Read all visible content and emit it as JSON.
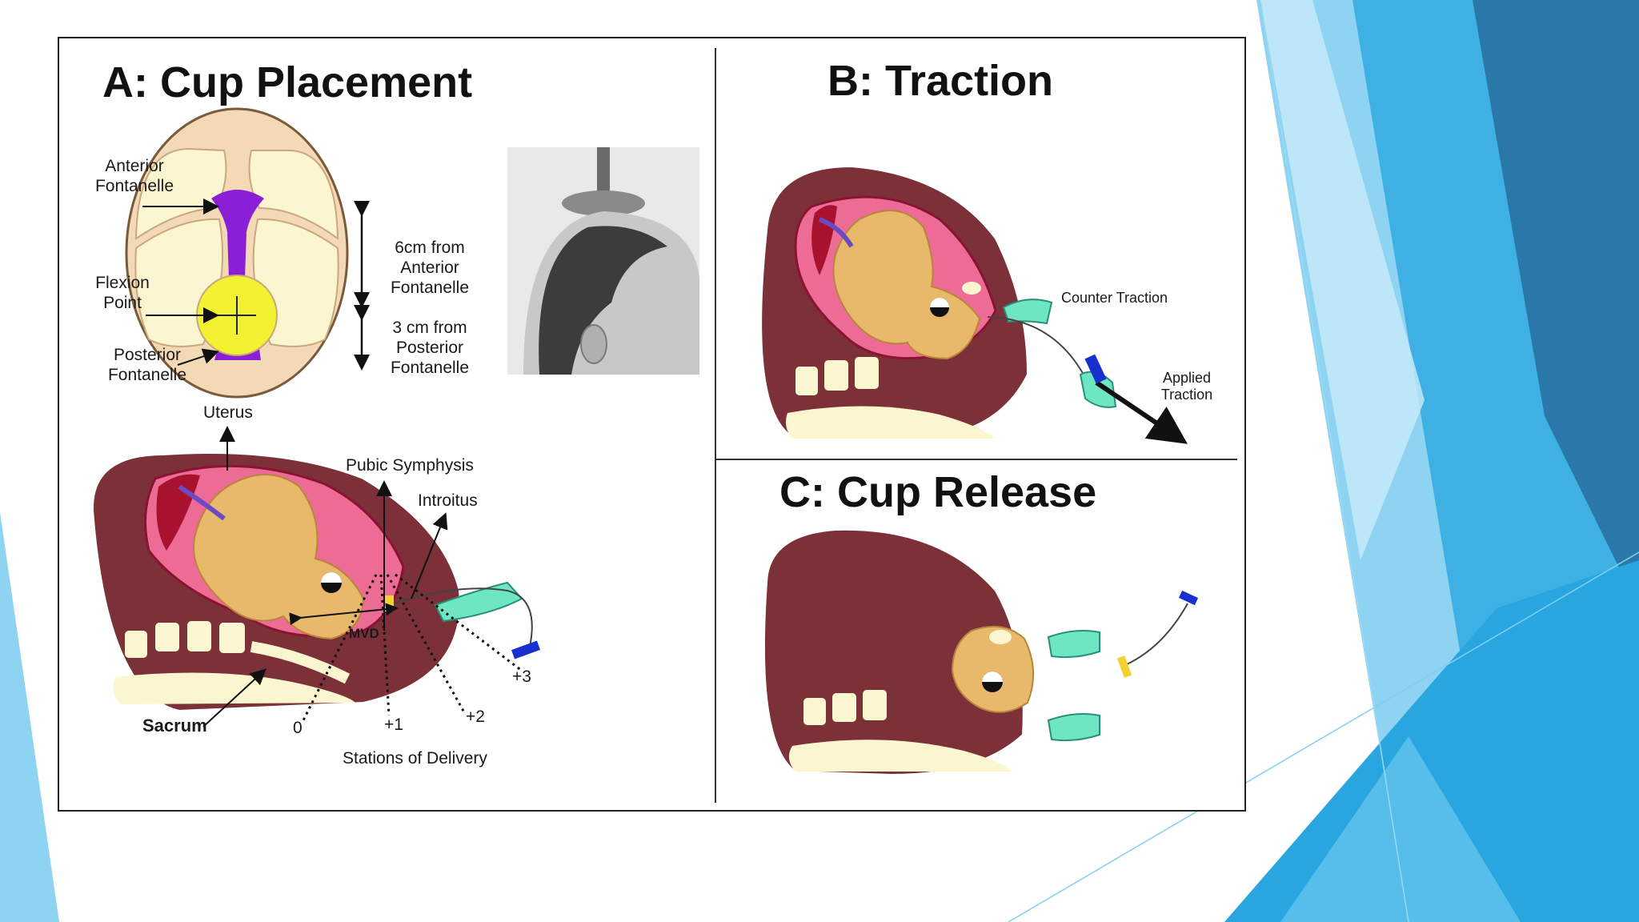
{
  "slide": {
    "accent_colors": [
      "#1f6fa3",
      "#2aa9e0",
      "#7fd0f0",
      "#bfe6f7"
    ]
  },
  "figure": {
    "panel_a": {
      "title": "A: Cup Placement",
      "skull": {
        "anterior_fontanelle": [
          "Anterior",
          "Fontanelle"
        ],
        "flexion_point": [
          "Flexion",
          "Point"
        ],
        "posterior_fontanelle": [
          "Posterior",
          "Fontanelle"
        ],
        "distance_anterior": [
          "6cm from",
          "Anterior",
          "Fontanelle"
        ],
        "distance_posterior": [
          "3 cm from",
          "Posterior",
          "Fontanelle"
        ]
      },
      "cross_section": {
        "uterus": "Uterus",
        "pubic_symphysis": "Pubic Symphysis",
        "introitus": "Introitus",
        "mvd": "MVD",
        "sacrum": "Sacrum",
        "stations": [
          "0",
          "+1",
          "+2",
          "+3"
        ],
        "stations_caption": "Stations of Delivery"
      }
    },
    "panel_b": {
      "title": "B: Traction",
      "counter_traction": "Counter Traction",
      "applied_traction": [
        "Applied",
        "Traction"
      ]
    },
    "panel_c": {
      "title": "C: Cup Release"
    }
  }
}
